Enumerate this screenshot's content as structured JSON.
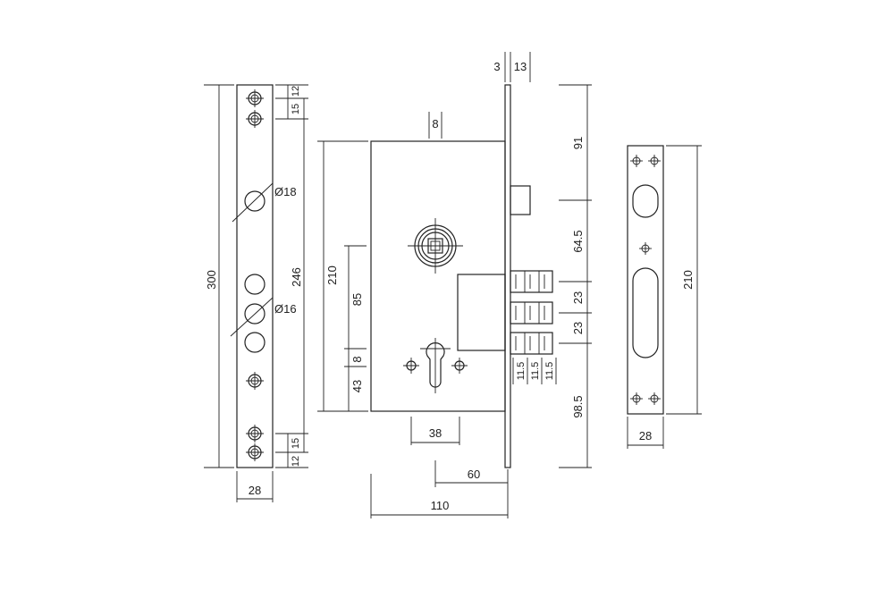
{
  "faceplate": {
    "height": "300",
    "hole_pitch": "246",
    "top_dim_1": "12",
    "top_dim_2": "15",
    "bottom_dim_1": "15",
    "bottom_dim_2": "12",
    "hole_large": "Ø18",
    "hole_small": "Ø16",
    "width": "28"
  },
  "lock_body": {
    "spindle_size": "8",
    "height": "210",
    "spindle_to_cylinder": "85",
    "cylinder_offset_a": "8",
    "cylinder_offset_b": "43",
    "screw_spacing": "38",
    "backset": "60",
    "case_depth": "110",
    "plate_thickness": "3",
    "latch_projection": "13"
  },
  "bolts": {
    "top_to_latch": "91",
    "latch_to_bolts": "64.5",
    "bolt_pitch_1": "23",
    "bolt_pitch_2": "23",
    "bolt_size_1": "11.5",
    "bolt_size_2": "11.5",
    "bolt_size_3": "11.5",
    "bottom_dim": "98.5"
  },
  "strike_plate": {
    "height": "210",
    "width": "28"
  }
}
